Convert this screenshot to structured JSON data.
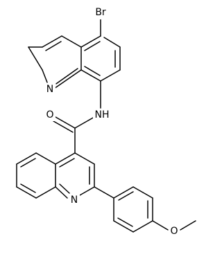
{
  "molecule": {
    "atom_labels": {
      "bromine": "Br",
      "quinoline_n_top": "N",
      "amide_nh": "NH",
      "carbonyl_o": "O",
      "quinoline_n_bottom": "N",
      "methoxy_o": "O"
    },
    "colors": {
      "bond": "#000000",
      "label": "#000000",
      "background": "#ffffff"
    }
  }
}
